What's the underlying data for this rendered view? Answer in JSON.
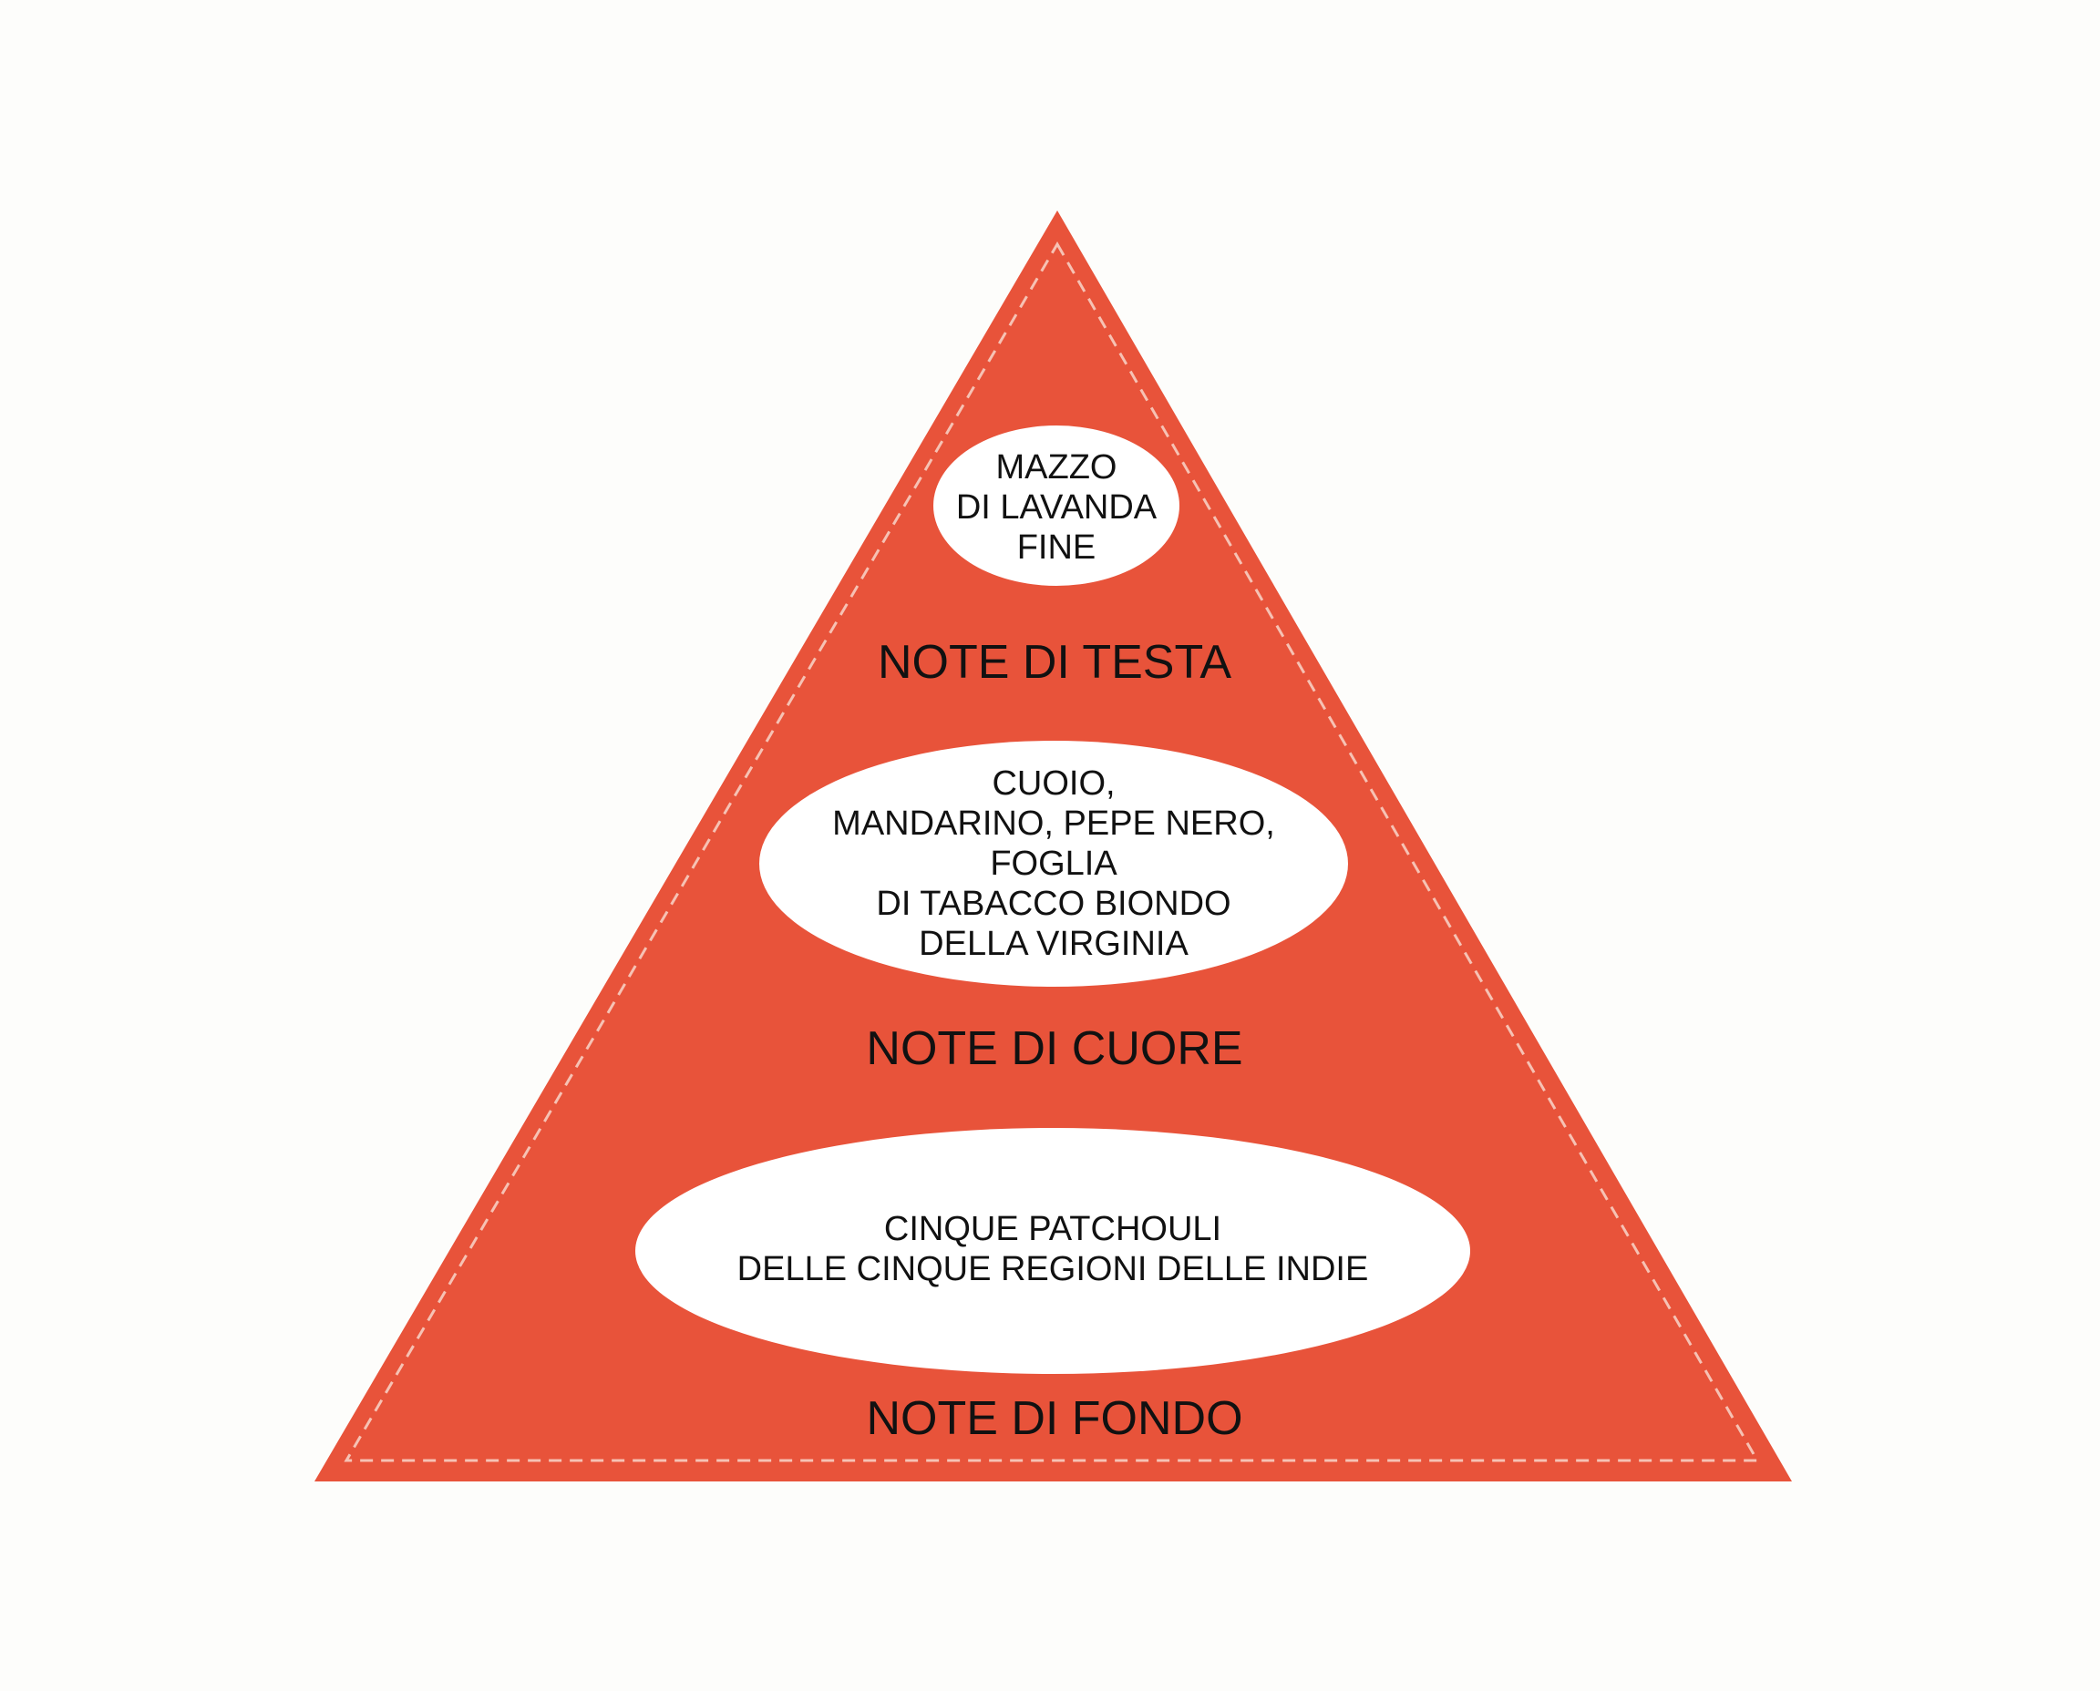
{
  "colors": {
    "pyramid": "#e8533a",
    "stitch": "#f6c2b4",
    "ellipse": "#ffffff",
    "background": "#fdfdfb"
  },
  "tiers": [
    {
      "id": "top",
      "label": "NOTE DI TESTA",
      "lines": [
        "MAZZO",
        "DI LAVANDA",
        "FINE"
      ]
    },
    {
      "id": "heart",
      "label": "NOTE DI CUORE",
      "lines": [
        "CUOIO,",
        "MANDARINO, PEPE NERO,",
        "FOGLIA",
        "DI TABACCO BIONDO",
        "DELLA VIRGINIA"
      ]
    },
    {
      "id": "base",
      "label": "NOTE DI FONDO",
      "lines": [
        "CINQUE PATCHOULI",
        "DELLE CINQUE REGIONI DELLE INDIE"
      ]
    }
  ]
}
